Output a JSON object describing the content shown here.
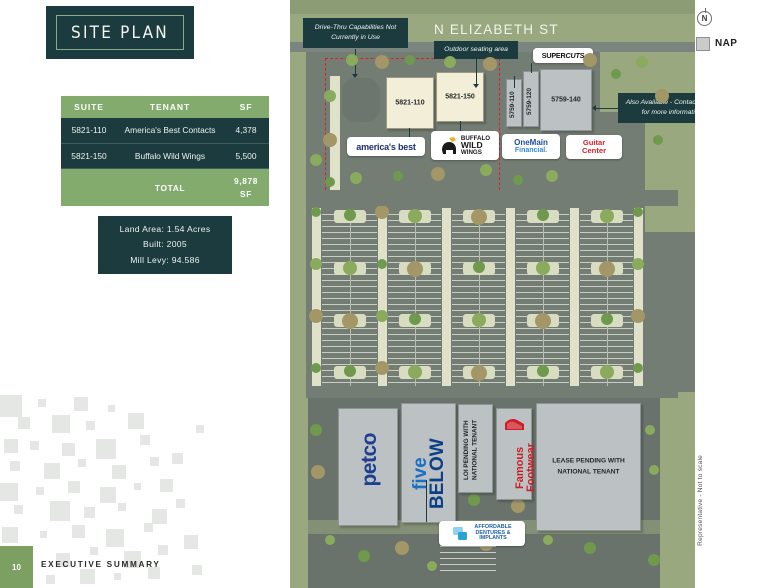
{
  "header": {
    "title": "SITE PLAN"
  },
  "table": {
    "columns": [
      "SUITE",
      "TENANT",
      "SF"
    ],
    "rows": [
      {
        "suite": "5821-110",
        "tenant": "America's Best Contacts",
        "sf": "4,378"
      },
      {
        "suite": "5821-150",
        "tenant": "Buffalo Wild Wings",
        "sf": "5,500"
      }
    ],
    "total_label": "TOTAL",
    "total_sf": "9,878 SF"
  },
  "info": {
    "land_area": "Land Area:  1.54 Acres",
    "built": "Built:  2005",
    "mill_levy": "Mill Levy: 94.586"
  },
  "footer": {
    "page_number": "10",
    "section": "EXECUTIVE SUMMARY"
  },
  "map": {
    "street_label": "N ELIZABETH ST",
    "north_label": "N",
    "legend": {
      "nap_label": "NAP"
    },
    "scale_note": "Representative - Not to scale",
    "callouts": [
      {
        "id": "drive-thru",
        "text": "Drive-Thru Capabilities Not Currently in Use"
      },
      {
        "id": "outdoor-seating",
        "text": "Outdoor seating area"
      },
      {
        "id": "also-available",
        "text": "Also Available - Contact CBRE for more information"
      }
    ],
    "suites": [
      {
        "id": "5821-110",
        "label": "5821-110"
      },
      {
        "id": "5821-150",
        "label": "5821-150"
      },
      {
        "id": "5759-110",
        "label": "5759-110"
      },
      {
        "id": "5759-120",
        "label": "5759-120"
      },
      {
        "id": "5759-140",
        "label": "5759-140"
      }
    ],
    "tenant_logos": [
      {
        "id": "americas-best",
        "label": "america's best"
      },
      {
        "id": "buffalo-wild-wings",
        "label": "BUFFALO WILD WINGS"
      },
      {
        "id": "onemain-financial",
        "label": "OneMain Financial"
      },
      {
        "id": "guitar-center",
        "label": "Guitar Center"
      },
      {
        "id": "supercuts",
        "label": "SUPERCUTS"
      },
      {
        "id": "affordable-dentures",
        "label": "AFFORDABLE DENTURES & IMPLANTS"
      }
    ],
    "anchor_tenants": [
      {
        "id": "petco",
        "label": "petco"
      },
      {
        "id": "five-below",
        "label": "five BELOW"
      },
      {
        "id": "loi-pending",
        "label": "LOI PENDING WITH NATIONAL TENANT"
      },
      {
        "id": "famous-footwear",
        "label": "Famous Footwear"
      },
      {
        "id": "lease-pending",
        "label": "LEASE PENDING WITH NATIONAL TENANT"
      }
    ],
    "logo_parts": {
      "bww_line1": "BUFFALO",
      "bww_line2": "WILD",
      "bww_line3": "WINGS",
      "om_line1": "OneMain",
      "om_line2": "Financial.",
      "gc_line1": "Guitar",
      "gc_line2": "Center",
      "sc_bold": "SUPER",
      "sc_ital": "CUTS",
      "ad_line1": "AFFORDABLE",
      "ad_line2": "DENTURES &",
      "ad_line3": "IMPLANTS",
      "fb_line1": "five",
      "fb_line2": "BELOW"
    }
  },
  "colors": {
    "dark_teal": "#1b3b3e",
    "green": "#83ab6d",
    "boundary_red": "#e02020",
    "building_cream": "#f3eed8",
    "building_gray": "#bcc1c4"
  }
}
